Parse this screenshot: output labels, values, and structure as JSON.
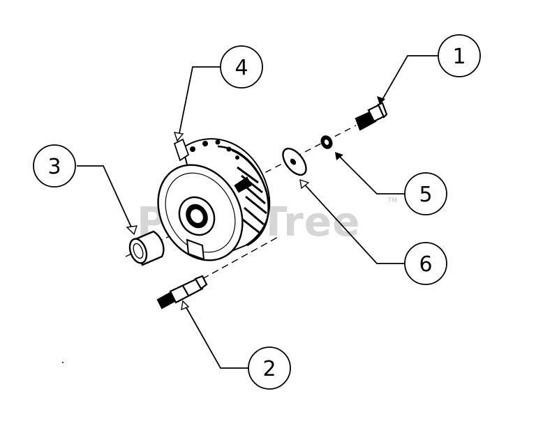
{
  "watermark": {
    "text": "PartsTree",
    "trademark": "TM"
  },
  "callouts": [
    {
      "id": "1",
      "label": "1",
      "part": "bolt"
    },
    {
      "id": "2",
      "label": "2",
      "part": "shaft-stud"
    },
    {
      "id": "3",
      "label": "3",
      "part": "spacer-bushing"
    },
    {
      "id": "4",
      "label": "4",
      "part": "electric-clutch"
    },
    {
      "id": "5",
      "label": "5",
      "part": "lock-washer"
    },
    {
      "id": "6",
      "label": "6",
      "part": "flat-washer"
    }
  ]
}
